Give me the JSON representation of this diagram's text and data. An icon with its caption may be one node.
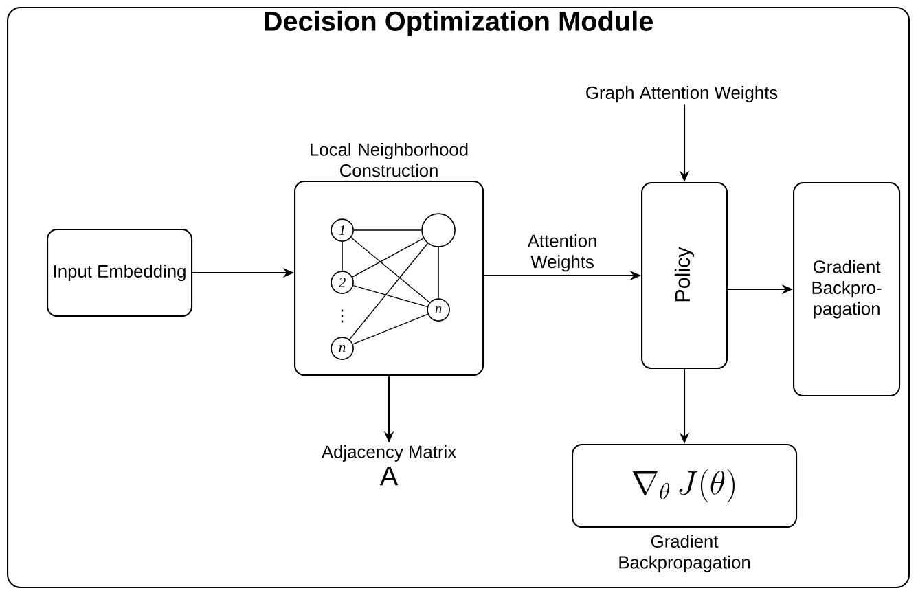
{
  "diagram": {
    "nodes": [
      {
        "text": [
          "Decision Optimization Module"
        ]
      },
      {
        "text": [
          "Graph Attention Weights"
        ],
        "in": 0
      },
      {
        "text": [
          "Local Neighborhood Construction"
        ],
        "in": 0
      },
      {
        "text": [
          "1"
        ],
        "in": 2
      },
      {
        "text": [],
        "shape": "circle",
        "in": 2
      },
      {
        "text": [
          "2"
        ],
        "in": 2
      },
      {
        "text": [
          "n"
        ],
        "in": 2
      },
      {
        "text": [
          "n"
        ],
        "in": 2
      },
      {
        "text": [
          "Input Embedding"
        ],
        "in": 0
      },
      {
        "text": [
          "Policy"
        ],
        "in": 0
      },
      {
        "text": [
          "Gradient Backpro- pagation"
        ],
        "in": 0
      },
      {
        "text": [
          "Adjacency Matrix",
          "\\mathrm{A}"
        ],
        "in": 0
      },
      {
        "text": [
          "\\nabla_\\theta\\, J(\\theta)"
        ],
        "beside": [
          "Gradient Backpropagation"
        ],
        "in": 0
      }
    ],
    "edges": [
      {
        "from": 3,
        "to": 4,
        "arrow": "none"
      },
      {
        "from": 3,
        "to": 5,
        "arrow": "none"
      },
      {
        "from": 3,
        "to": 6,
        "arrow": "none"
      },
      {
        "from": 4,
        "to": 5,
        "arrow": "none"
      },
      {
        "from": 4,
        "to": 6,
        "arrow": "none"
      },
      {
        "from": 4,
        "to": 7,
        "arrow": "none"
      },
      {
        "from": 5,
        "to": 6,
        "arrow": "none"
      },
      {
        "from": 7,
        "to": 6,
        "arrow": "none"
      },
      {
        "from": 8,
        "to": 2,
        "arrow": "to"
      },
      {
        "from": 2,
        "to": 9,
        "arrow": "to",
        "label": "Attention Weights"
      },
      {
        "from": 1,
        "to": 9,
        "arrow": "to"
      },
      {
        "from": 9,
        "to": 10,
        "arrow": "to"
      },
      {
        "from": 2,
        "to": 11,
        "arrow": "to"
      },
      {
        "from": 9,
        "to": 12,
        "arrow": "to"
      }
    ],
    "labels": [
      "⋮"
    ]
  }
}
